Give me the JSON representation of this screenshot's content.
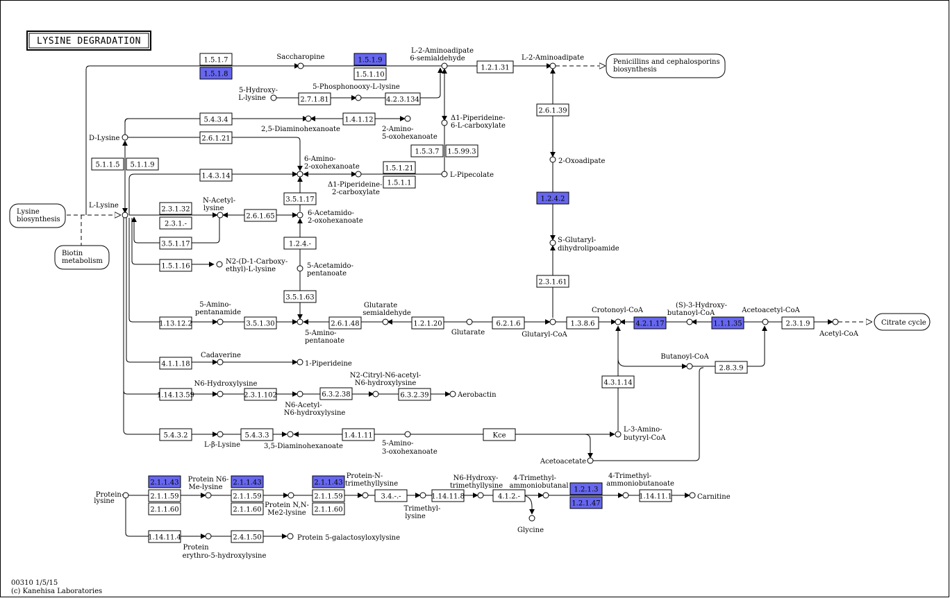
{
  "title": "LYSINE DEGRADATION",
  "footer": {
    "line1": "00310 1/5/15",
    "line2": "(c) Kanehisa Laboratories"
  },
  "colors": {
    "highlight": "#6666ee",
    "line": "#000000",
    "background": "#ffffff"
  },
  "enzymes": {
    "e_1_5_1_7": "1.5.1.7",
    "e_1_5_1_8": "1.5.1.8",
    "e_1_5_1_9": "1.5.1.9",
    "e_1_5_1_10": "1.5.1.10",
    "e_1_2_1_31": "1.2.1.31",
    "e_2_7_1_81": "2.7.1.81",
    "e_4_2_3_134": "4.2.3.134",
    "e_5_4_3_4": "5.4.3.4",
    "e_1_4_1_12": "1.4.1.12",
    "e_2_6_1_21": "2.6.1.21",
    "e_2_6_1_39": "2.6.1.39",
    "e_5_1_1_5": "5.1.1.5",
    "e_5_1_1_9": "5.1.1.9",
    "e_1_4_3_14": "1.4.3.14",
    "e_1_5_1_21": "1.5.1.21",
    "e_1_5_1_1": "1.5.1.1",
    "e_1_5_3_7": "1.5.3.7",
    "e_1_5_99_3": "1.5.99.3",
    "e_1_2_4_2": "1.2.4.2",
    "e_3_5_1_17a": "3.5.1.17",
    "e_2_3_1_32": "2.3.1.32",
    "e_2_3_1_x": "2.3.1.-",
    "e_2_6_1_65": "2.6.1.65",
    "e_3_5_1_17b": "3.5.1.17",
    "e_1_2_4_x": "1.2.4.-",
    "e_1_5_1_16": "1.5.1.16",
    "e_2_3_1_61": "2.3.1.61",
    "e_3_5_1_63": "3.5.1.63",
    "e_1_13_12_2": "1.13.12.2",
    "e_3_5_1_30": "3.5.1.30",
    "e_2_6_1_48": "2.6.1.48",
    "e_1_2_1_20": "1.2.1.20",
    "e_6_2_1_6": "6.2.1.6",
    "e_1_3_8_6": "1.3.8.6",
    "e_4_2_1_17": "4.2.1.17",
    "e_1_1_1_35": "1.1.1.35",
    "e_2_3_1_9": "2.3.1.9",
    "e_4_1_1_18": "4.1.1.18",
    "e_2_8_3_9": "2.8.3.9",
    "e_4_3_1_14": "4.3.1.14",
    "e_1_14_13_59": "1.14.13.59",
    "e_2_3_1_102": "2.3.1.102",
    "e_6_3_2_38": "6.3.2.38",
    "e_6_3_2_39": "6.3.2.39",
    "e_5_4_3_2": "5.4.3.2",
    "e_5_4_3_3": "5.4.3.3",
    "e_1_4_1_11": "1.4.1.11",
    "e_kce": "Kce",
    "e_2_1_1_43a": "2.1.1.43",
    "e_2_1_1_59a": "2.1.1.59",
    "e_2_1_1_60a": "2.1.1.60",
    "e_2_1_1_43b": "2.1.1.43",
    "e_2_1_1_59b": "2.1.1.59",
    "e_2_1_1_60b": "2.1.1.60",
    "e_2_1_1_43c": "2.1.1.43",
    "e_2_1_1_59c": "2.1.1.59",
    "e_2_1_1_60c": "2.1.1.60",
    "e_3_4_x": "3.4.-.-",
    "e_1_14_11_8": "1.14.11.8",
    "e_4_1_2_x": "4.1.2.-",
    "e_1_2_1_3": "1.2.1.3",
    "e_1_2_1_47": "1.2.1.47",
    "e_1_14_11_1": "1.14.11.1",
    "e_1_14_11_4": "1.14.11.4",
    "e_2_4_1_50": "2.4.1.50"
  },
  "maps": {
    "penicillins_1": "Penicillins and cephalosporins",
    "penicillins_2": "biosynthesis",
    "lysine_bio_1": "Lysine",
    "lysine_bio_2": "biosynthesis",
    "biotin_1": "Biotin",
    "biotin_2": "metabolism",
    "citrate": "Citrate cycle"
  },
  "compounds": {
    "saccharopine": "Saccharopine",
    "l2aa6sa_1": "L-2-Aminoadipate",
    "l2aa6sa_2": "6-semialdehyde",
    "l2aa": "L-2-Aminoadipate",
    "hydroxylys_1": "5-Hydroxy-",
    "hydroxylys_2": "L-lysine",
    "phospho": "5-Phosphonooxy-L-lysine",
    "piperideine6_1": "Δ1-Piperideine-",
    "piperideine6_2": "6-L-carboxylate",
    "diamino25": "2,5-Diaminohexanoate",
    "amino_oxo_1": "2-Amino-",
    "amino_oxo_2": "5-oxohexanoate",
    "dlysine": "D-Lysine",
    "amino6oxo_1": "6-Amino-",
    "amino6oxo_2": "2-oxohexanoate",
    "piperideine2_1": "Δ1-Piperideine-",
    "piperideine2_2": "2-carboxylate",
    "pipecolate": "L-Pipecolate",
    "oxoadipate": "2-Oxoadipate",
    "llysine": "L-Lysine",
    "nacetyl_1": "N-Acetyl-",
    "nacetyl_2": "lysine",
    "acetamido6_1": "6-Acetamido-",
    "acetamido6_2": "2-oxohexanoate",
    "sglutaryl_1": "S-Glutaryl-",
    "sglutaryl_2": "dihydrolipoamide",
    "n2carboxy_1": "N2-(D-1-Carboxy-",
    "n2carboxy_2": "ethyl)-L-lysine",
    "acetamido5_1": "5-Acetamido-",
    "acetamido5_2": "pentanoate",
    "aminopentanamide_1": "5-Amino-",
    "aminopentanamide_2": "pentanamide",
    "glutsa_1": "Glutarate",
    "glutsa_2": "semialdehyde",
    "crotonoyl": "Crotonoyl-CoA",
    "hydroxybut_1": "(S)-3-Hydroxy-",
    "hydroxybut_2": "butanoyl-CoA",
    "acetoacetylcoa": "Acetoacetyl-CoA",
    "aminopentanoate_1": "5-Amino-",
    "aminopentanoate_2": "pentanoate",
    "glutarate": "Glutarate",
    "glutarylcoa": "Glutaryl-CoA",
    "acetylcoa": "Acetyl-CoA",
    "cadaverine": "Cadaverine",
    "piperideine1": "1-Piperideine",
    "butanoylcoa": "Butanoyl-CoA",
    "n6hydroxylysine": "N6-Hydroxylysine",
    "n2citryl_1": "N2-Citryl-N6-acetyl-",
    "n2citryl_2": "N6-hydroxylysine",
    "aerobactin": "Aerobactin",
    "n6acetyl_1": "N6-Acetyl-",
    "n6acetyl_2": "N6-hydroxylysine",
    "lbetalysine": "L-β-Lysine",
    "diamino35": "3,5-Diaminohexanoate",
    "amino3oxo_1": "5-Amino-",
    "amino3oxo_2": "3-oxohexanoate",
    "l3amino_1": "L-3-Amino-",
    "l3amino_2": "butyryl-CoA",
    "acetoacetate": "Acetoacetate",
    "proteinlysine_1": "Protein-",
    "proteinlysine_2": "lysine",
    "pn6melys_1": "Protein N6-",
    "pn6melys_2": "Me-lysine",
    "pnme2_1": "Protein N,N-",
    "pnme2_2": "Me2-lysine",
    "pntrimethyl_1": "Protein-N-",
    "pntrimethyl_2": "trimethyllysine",
    "trimethyllysine_1": "Trimethyl-",
    "trimethyllysine_2": "lysine",
    "n6hydroxytrimethyl_1": "N6-Hydroxy-",
    "n6hydroxytrimethyl_2": "trimethyllysine",
    "trimethylaminobutanal_1": "4-Trimethyl-",
    "trimethylaminobutanal_2": "ammoniobutanal",
    "glycine": "Glycine",
    "trimethylaminobutanoate_1": "4-Trimethyl-",
    "trimethylaminobutanoate_2": "ammoniobutanoate",
    "carnitine": "Carnitine",
    "proteinerythro_1": "Protein",
    "proteinerythro_2": "erythro-5-hydroxylysine",
    "proteingalacto": "Protein 5-galactosyloxylysine"
  }
}
